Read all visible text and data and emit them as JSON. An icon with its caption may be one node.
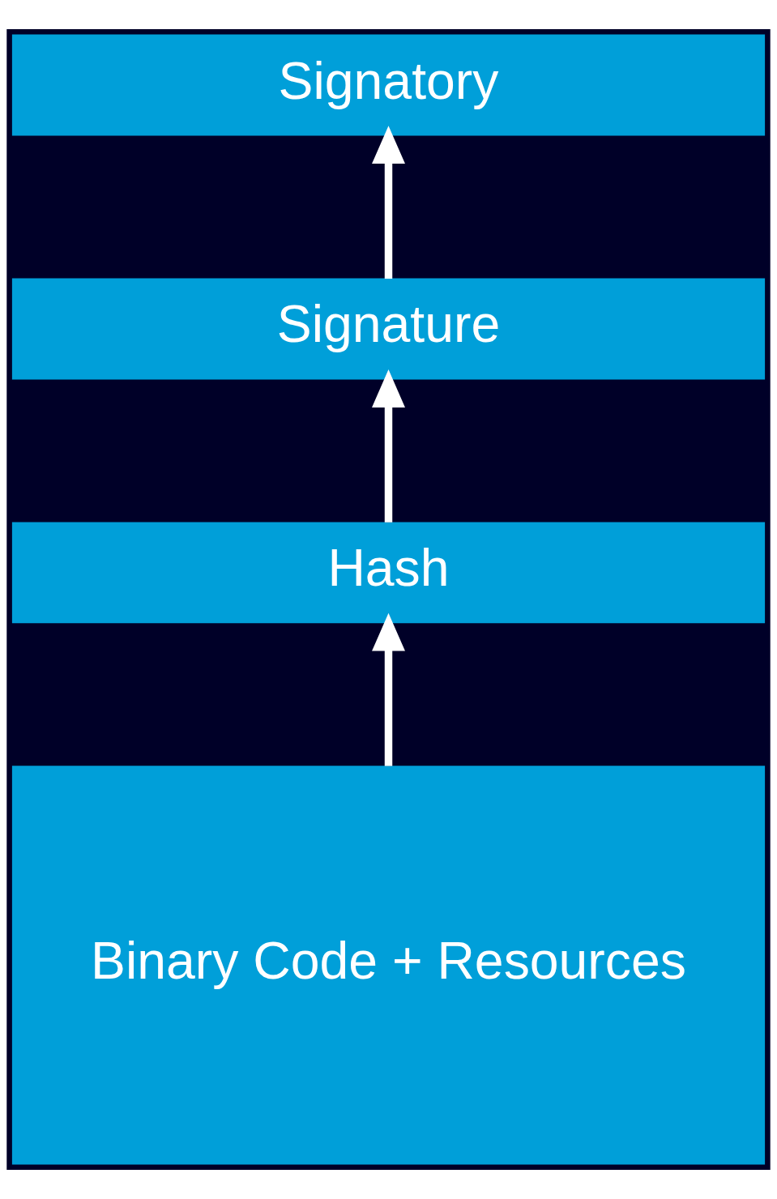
{
  "diagram": {
    "nodes": [
      {
        "text": [
          "Signatory"
        ]
      },
      {
        "text": [
          "Signature"
        ]
      },
      {
        "text": [
          "Hash"
        ]
      },
      {
        "text": [
          "Binary Code + Resources"
        ]
      }
    ],
    "edges": [
      {
        "from": 3,
        "to": 2,
        "arrow": "to"
      },
      {
        "from": 2,
        "to": 1,
        "arrow": "to"
      },
      {
        "from": 1,
        "to": 0,
        "arrow": "to"
      }
    ]
  }
}
